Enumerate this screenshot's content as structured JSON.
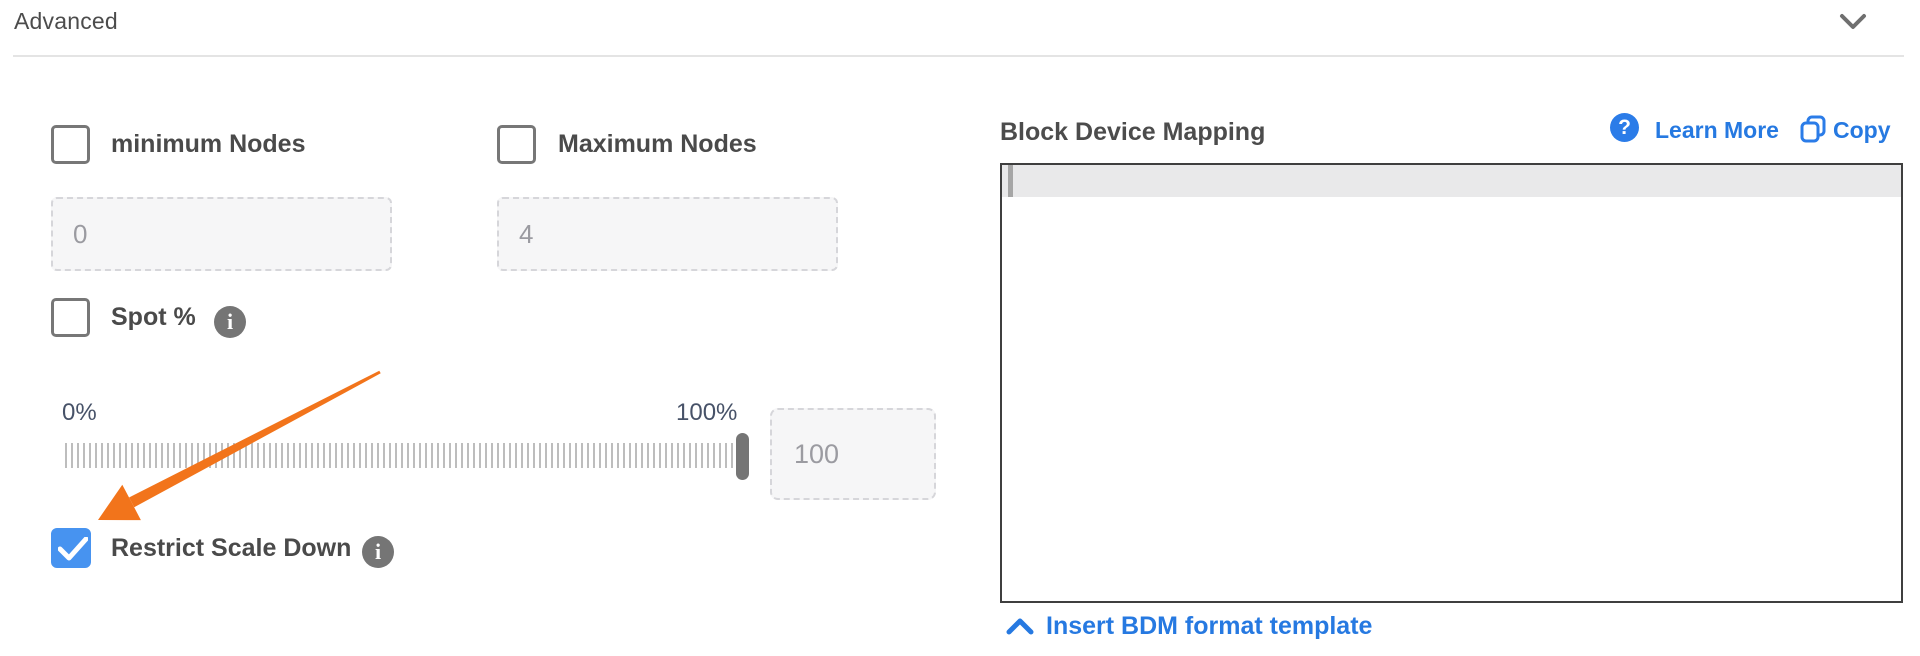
{
  "header": {
    "title": "Advanced",
    "collapse_icon": "chevron-down"
  },
  "left_panel": {
    "min_nodes": {
      "label": "minimum Nodes",
      "checked": false,
      "placeholder": "0"
    },
    "max_nodes": {
      "label": "Maximum Nodes",
      "checked": false,
      "placeholder": "4"
    },
    "spot": {
      "label": "Spot %",
      "checked": false,
      "info_icon": "info"
    },
    "slider": {
      "min_label": "0%",
      "max_label": "100%",
      "value_percent": 100,
      "input_placeholder": "100"
    },
    "restrict_scale_down": {
      "label": "Restrict Scale Down",
      "checked": true,
      "info_icon": "info"
    }
  },
  "right_panel": {
    "title": "Block Device Mapping",
    "learn_more_label": "Learn More",
    "copy_label": "Copy",
    "help_icon": "question-mark",
    "copy_icon": "copy",
    "editor": {
      "content": "",
      "cursor_visible": true
    },
    "template_link_label": "Insert BDM format template",
    "template_link_icon": "chevron-up"
  },
  "annotation": {
    "type": "arrow",
    "color": "#f2741b"
  },
  "colors": {
    "accent_blue": "#2679e1",
    "checkbox_checked_blue": "#4793f0",
    "annotation_orange": "#f2741b",
    "label_gray": "#4a4a4a",
    "placeholder_gray": "#9b9ba1",
    "slider_label_navy": "#475268"
  }
}
